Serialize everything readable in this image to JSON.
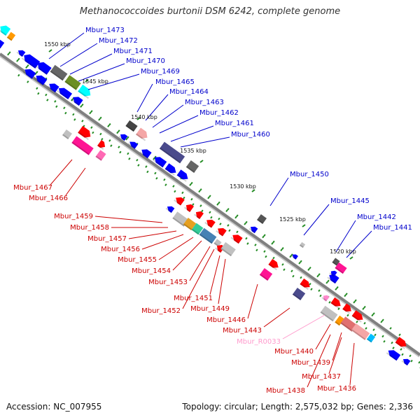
{
  "title": "Methanococcoides burtonii DSM 6242, complete genome",
  "footer": {
    "accession": "Accession: NC_007955",
    "summary": "Topology: circular; Length: 2,575,032 bp; Genes: 2,336"
  },
  "colors": {
    "forward_label": "#0000cc",
    "reverse_label": "#cc0000",
    "rna_label": "#ff99cc",
    "backbone": "#808080",
    "tick": "#228b22"
  },
  "kbp_ticks": [
    "1550 kbp",
    "1545 kbp",
    "1540 kbp",
    "1535 kbp",
    "1530 kbp",
    "1525 kbp",
    "1520 kbp"
  ],
  "forward_labels": [
    "Mbur_1473",
    "Mbur_1472",
    "Mbur_1471",
    "Mbur_1470",
    "Mbur_1469",
    "Mbur_1465",
    "Mbur_1464",
    "Mbur_1463",
    "Mbur_1462",
    "Mbur_1461",
    "Mbur_1460",
    "Mbur_1450",
    "Mbur_1445",
    "Mbur_1442",
    "Mbur_1441"
  ],
  "reverse_labels": [
    "Mbur_1467",
    "Mbur_1466",
    "Mbur_1459",
    "Mbur_1458",
    "Mbur_1457",
    "Mbur_1456",
    "Mbur_1455",
    "Mbur_1454",
    "Mbur_1453",
    "Mbur_1451",
    "Mbur_1452",
    "Mbur_1449",
    "Mbur_1446",
    "Mbur_1443",
    "Mbur_1440",
    "Mbur_1439",
    "Mbur_1437",
    "Mbur_1438",
    "Mbur_1436"
  ],
  "rna_labels": [
    "Mbur_R0033"
  ]
}
